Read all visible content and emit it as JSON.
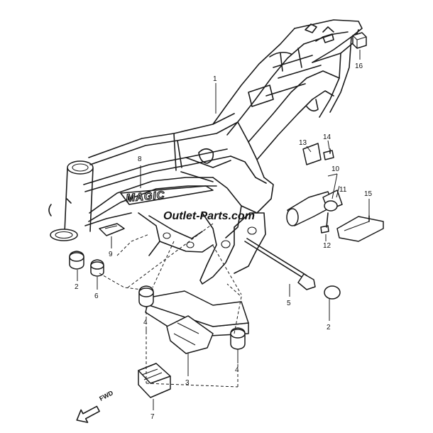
{
  "watermark": "Outlet-Parts.com",
  "direction_label": "FWD",
  "frame_logo_text": "MAGIC",
  "callouts": [
    "1",
    "2",
    "2",
    "3",
    "4",
    "4",
    "5",
    "6",
    "7",
    "8",
    "9",
    "10",
    "11",
    "12",
    "13",
    "14",
    "15",
    "16"
  ]
}
